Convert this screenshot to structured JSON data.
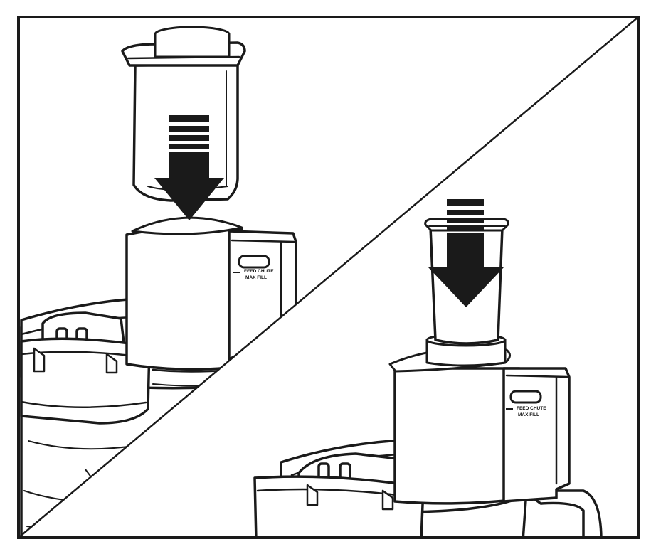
{
  "labels": {
    "panel_left": {
      "line1": "FEED CHUTE",
      "line2": "MAX FILL"
    },
    "panel_right": {
      "line1": "FEED CHUTE",
      "line2": "MAX FILL"
    }
  },
  "colors": {
    "stroke": "#1a1a1a",
    "fill": "#ffffff",
    "arrow": "#1a1a1a"
  },
  "icons": [
    "down-arrow-icon",
    "down-arrow-icon"
  ]
}
